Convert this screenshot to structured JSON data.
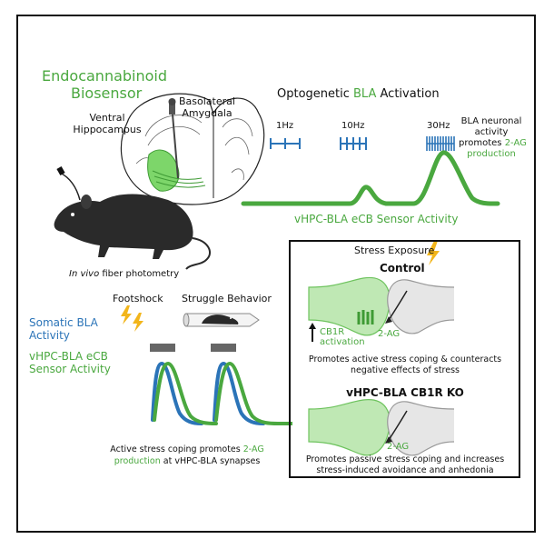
{
  "title_line1": "Endocannabinoid",
  "title_line2": "Biosensor",
  "label_ventral_1": "Ventral",
  "label_ventral_2": "Hippocampus",
  "label_bla_1": "Basolateral",
  "label_bla_2": "Amygdala",
  "fiber_caption_italic": "In vivo",
  "fiber_caption_rest": " fiber photometry",
  "opto_title_pre": "Optogenetic ",
  "opto_title_bla": "BLA",
  "opto_title_post": " Activation",
  "freq_1": "1Hz",
  "freq_2": "10Hz",
  "freq_3": "30Hz",
  "bla_note_1": "BLA neuronal",
  "bla_note_2": "activity",
  "bla_note_3_pre": "promotes ",
  "bla_note_3_hl": "2-AG",
  "bla_note_4": "production",
  "sensor_caption": "vHPC-BLA eCB Sensor Activity",
  "stress_title": "Stress Exposure",
  "control_title": "Control",
  "cb1r_1": "CB1R",
  "cb1r_2": "activation",
  "two_ag_control": "2-AG",
  "control_text_1": "Promotes active stress coping & counteracts",
  "control_text_2": "negative effects of stress",
  "ko_title": "vHPC-BLA CB1R KO",
  "two_ag_ko": "2-AG",
  "ko_text_1": "Promotes passive stress coping and increases",
  "ko_text_2": "stress-induced avoidance and anhedonia",
  "footshock": "Footshock",
  "struggle": "Struggle Behavior",
  "somatic_1": "Somatic BLA",
  "somatic_2": "Activity",
  "vhpc_1": "vHPC-BLA eCB",
  "vhpc_2": "Sensor Activity",
  "bottom_1_pre": "Active stress coping promotes ",
  "bottom_1_hl": "2-AG",
  "bottom_2_hl": "production",
  "bottom_2_post": " at vHPC-BLA synapses",
  "colors": {
    "green": "#4aa83f",
    "blue": "#2b74b8",
    "gold": "#f2b51b"
  }
}
